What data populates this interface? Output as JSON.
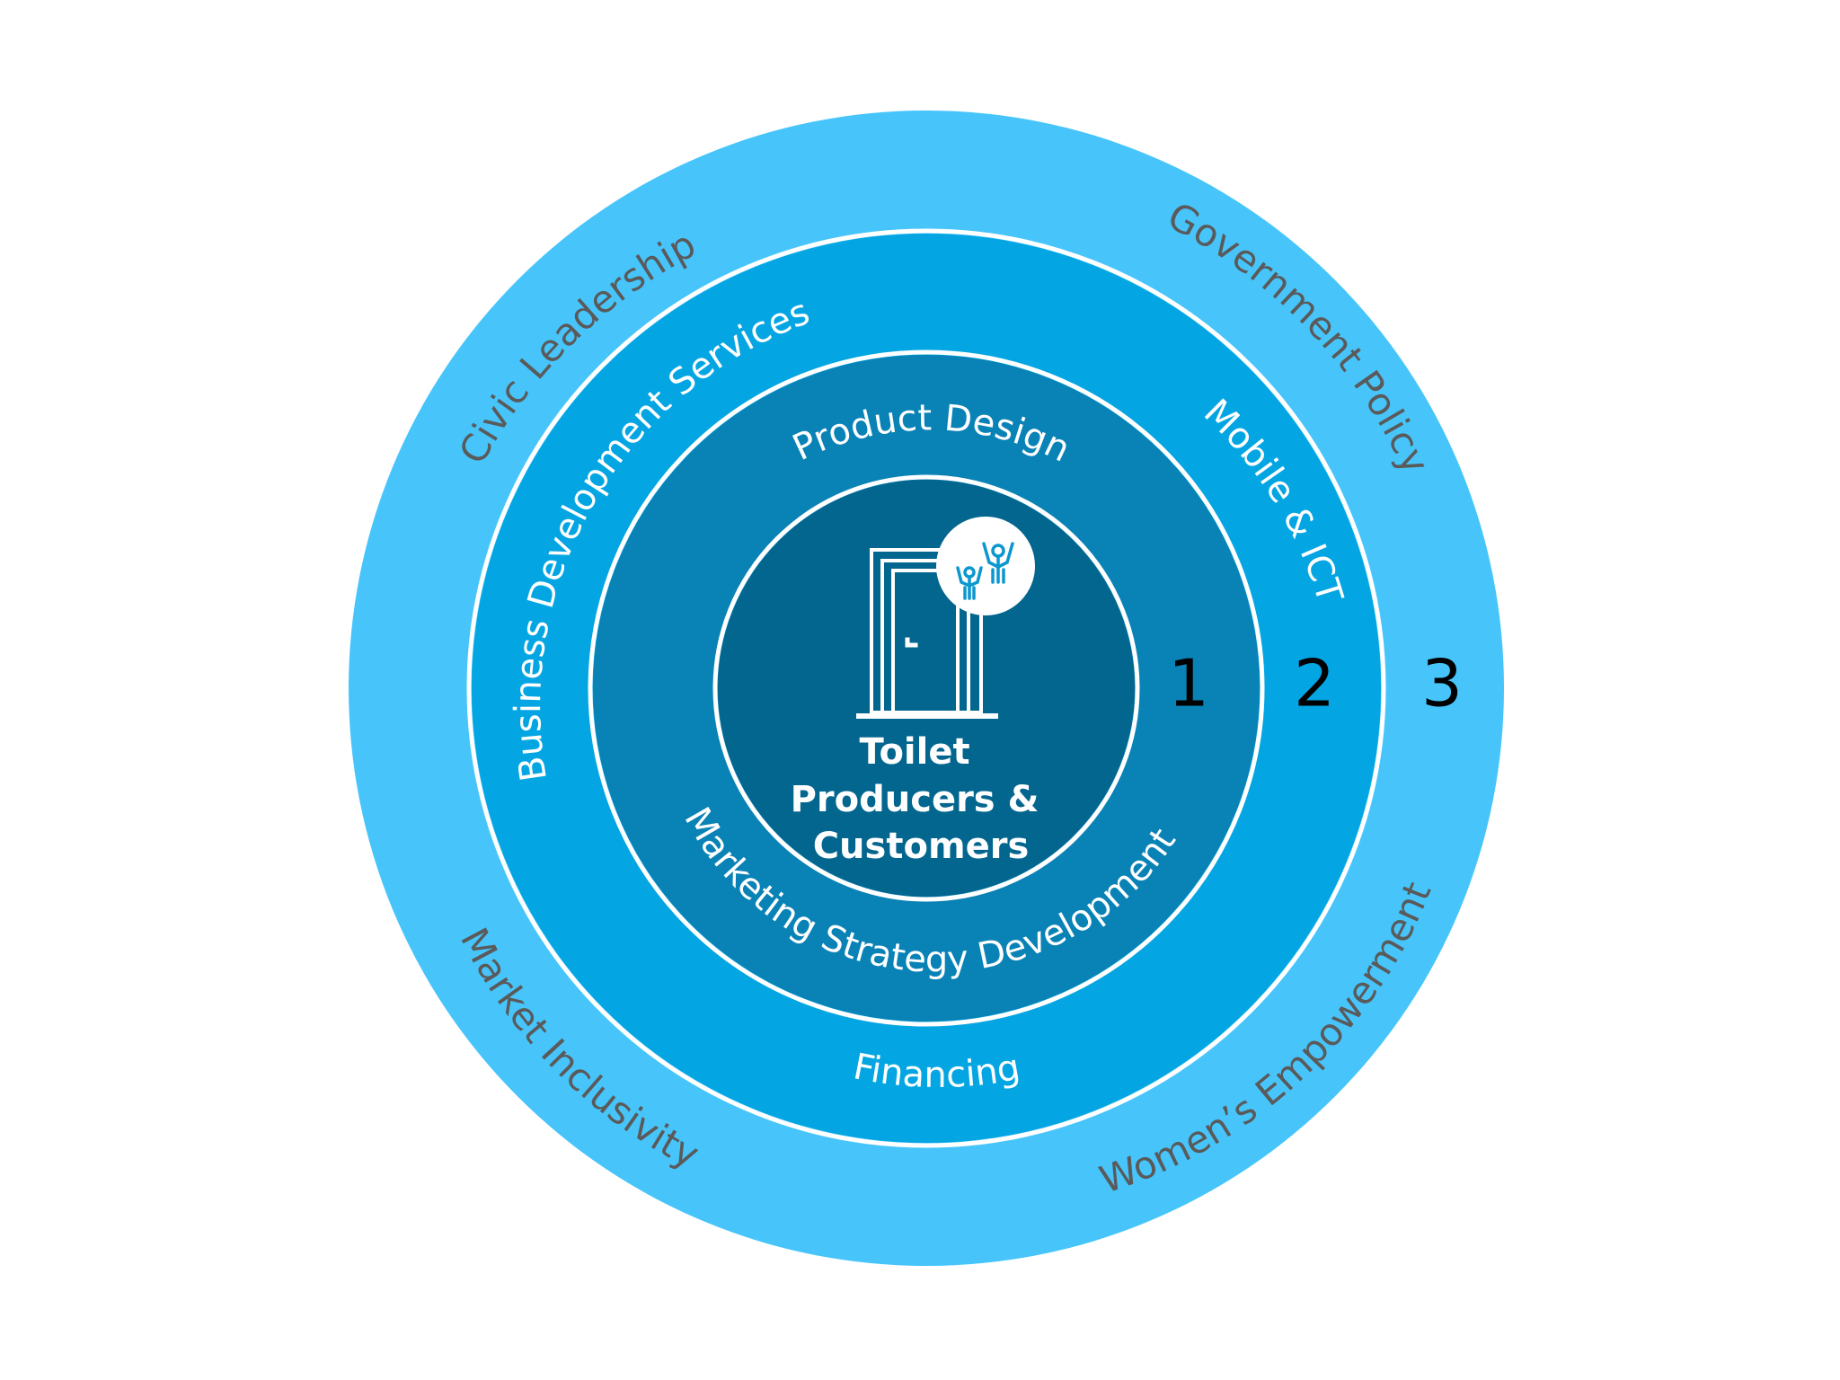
{
  "colors": {
    "ring_3": "#47c5fb",
    "ring_2": "#03a5e2",
    "ring_1": "#0982b6",
    "core": "#03668f",
    "divider": "#ffffff",
    "outer_text": "#5a5a5a",
    "inner_text": "#ffffff",
    "number_text": "#000000"
  },
  "core": {
    "title_lines": [
      "Toilet",
      "Producers &",
      "Customers"
    ],
    "icon": "door-icon",
    "badge_icon": "people-celebrating-icon"
  },
  "ring_1": {
    "number": "1",
    "labels": {
      "top": "Product Design",
      "bottom": "Marketing Strategy Development"
    }
  },
  "ring_2": {
    "number": "2",
    "labels": {
      "left": "Business Development Services",
      "right": "Mobile & ICT",
      "bottom": "Financing"
    }
  },
  "ring_3": {
    "number": "3",
    "labels": {
      "top_left": "Civic Leadership",
      "top_right": "Government Policy",
      "bottom_left": "Market Inclusivity",
      "bottom_right": "Women’s Empowerment"
    }
  }
}
